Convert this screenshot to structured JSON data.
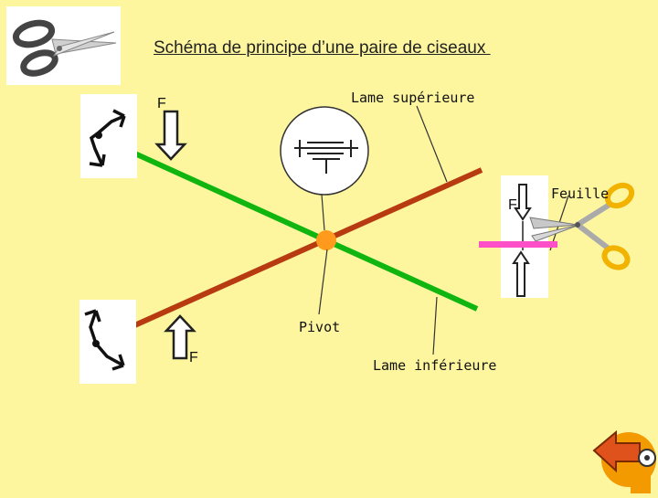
{
  "title": "Schéma de principe d’une paire de ciseaux ",
  "labels": {
    "force_top_left": "F",
    "lame_superieure": "Lame supérieure",
    "force_right": "F",
    "feuille": "Feuille",
    "pivot": "Pivot",
    "force_bottom": "F",
    "lame_inferieure": "Lame inférieure"
  },
  "colors": {
    "background": "#fdf69f",
    "green_blade": "#10b510",
    "red_blade": "#b83a10",
    "pivot": "#ff9a1c",
    "sheet": "#ff4fc8"
  },
  "icons": {
    "thumbnail": "scissors-icon",
    "rotation_top": "rotation-arrows-icon",
    "rotation_bottom": "rotation-arrows-icon",
    "next": "next-arrow-icon"
  }
}
